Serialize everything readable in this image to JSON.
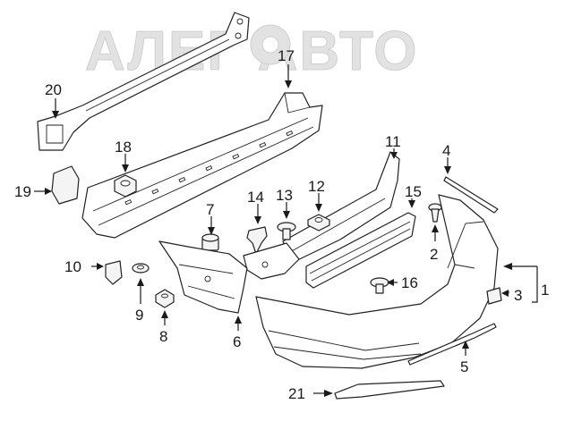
{
  "watermark": {
    "text": "АЛЕГ АВТО"
  },
  "callouts": [
    "1",
    "2",
    "3",
    "4",
    "5",
    "6",
    "7",
    "8",
    "9",
    "10",
    "11",
    "12",
    "13",
    "14",
    "15",
    "16",
    "17",
    "18",
    "19",
    "20",
    "21"
  ]
}
